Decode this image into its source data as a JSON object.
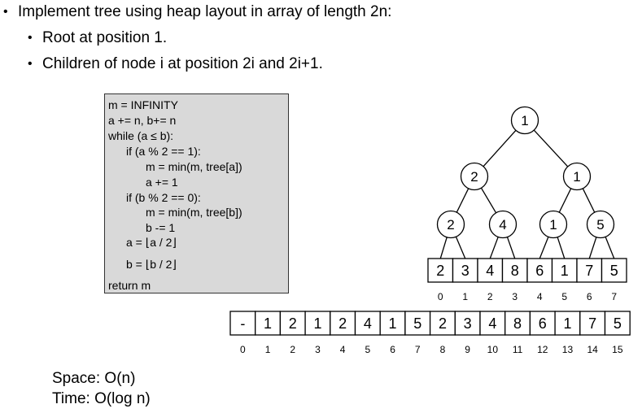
{
  "bullets": [
    {
      "text": "Implement tree using heap layout in array of length 2n:",
      "level": 0
    },
    {
      "text": "Root at position 1.",
      "level": 1
    },
    {
      "text": "Children of node i at position 2i and 2i+1.",
      "level": 1
    }
  ],
  "code": [
    {
      "text": "m = INFINITY",
      "indent": 0
    },
    {
      "text": "a += n, b+= n",
      "indent": 0
    },
    {
      "text": "while (a ≤ b):",
      "indent": 0
    },
    {
      "text": "if (a % 2 == 1):",
      "indent": 1
    },
    {
      "text": "m = min(m, tree[a])",
      "indent": 2
    },
    {
      "text": "a += 1",
      "indent": 2
    },
    {
      "text": "if (b % 2 == 0):",
      "indent": 1
    },
    {
      "text": "m = min(m, tree[b])",
      "indent": 2
    },
    {
      "text": "b -= 1",
      "indent": 2
    },
    {
      "text": "a = ⌊a / 2⌋",
      "indent": 1
    },
    {
      "text": "b = ⌊b / 2⌋",
      "indent": 1
    },
    {
      "text": "return m",
      "indent": 0
    }
  ],
  "tree": {
    "levels": [
      [
        "1"
      ],
      [
        "2",
        "1"
      ],
      [
        "2",
        "4",
        "1",
        "5"
      ]
    ],
    "leaves": [
      "2",
      "3",
      "4",
      "8",
      "6",
      "1",
      "7",
      "5"
    ],
    "leaf_indices": [
      "0",
      "1",
      "2",
      "3",
      "4",
      "5",
      "6",
      "7"
    ]
  },
  "array": {
    "values": [
      "-",
      "1",
      "2",
      "1",
      "2",
      "4",
      "1",
      "5",
      "2",
      "3",
      "4",
      "8",
      "6",
      "1",
      "7",
      "5"
    ],
    "indices": [
      "0",
      "1",
      "2",
      "3",
      "4",
      "5",
      "6",
      "7",
      "8",
      "9",
      "10",
      "11",
      "12",
      "13",
      "14",
      "15"
    ]
  },
  "complexity": {
    "space": "Space: O(n)",
    "time": "Time: O(log n)"
  }
}
